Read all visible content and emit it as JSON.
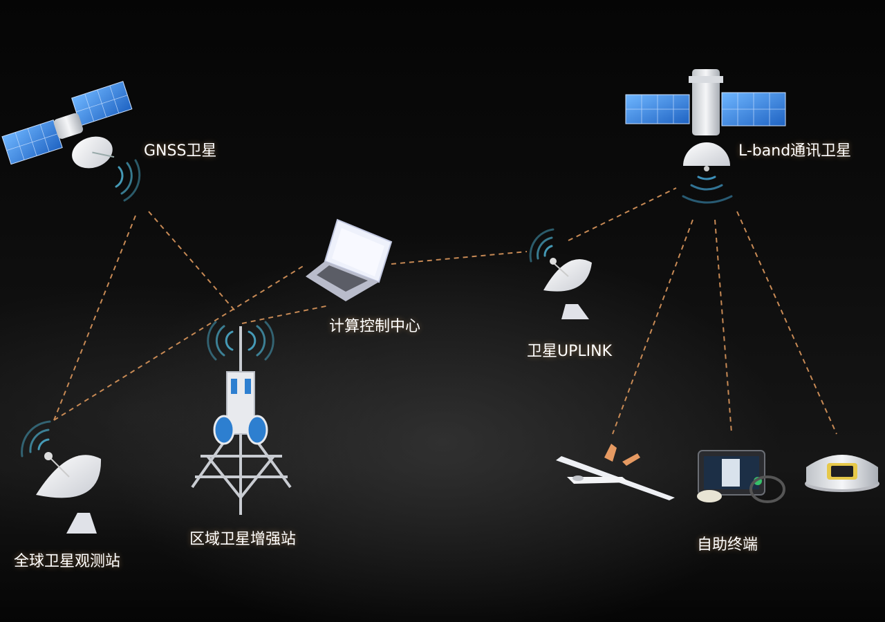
{
  "colors": {
    "link": "#c88a55",
    "wave_left": "#4aa9c8",
    "wave_right": "#3c8fb8",
    "panel_blue": "#2d7fd0",
    "dish": "#f2f2f4",
    "label": "#ffffff"
  },
  "nodes": [
    {
      "id": "gnss-satellite",
      "label": "GNSS卫星",
      "icon": "satellite-icon"
    },
    {
      "id": "lband-satellite",
      "label": "L-band通讯卫星",
      "icon": "satellite-icon"
    },
    {
      "id": "control-center",
      "label": "计算控制中心",
      "icon": "laptop-icon"
    },
    {
      "id": "uplink",
      "label": "卫星UPLINK",
      "icon": "dish-antenna-icon"
    },
    {
      "id": "global-station",
      "label": "全球卫星观测站",
      "icon": "dish-antenna-icon"
    },
    {
      "id": "regional-station",
      "label": "区域卫星增强站",
      "icon": "cell-tower-icon"
    },
    {
      "id": "terminals",
      "label": "自助终端",
      "icon": "terminal-devices-icon"
    }
  ]
}
